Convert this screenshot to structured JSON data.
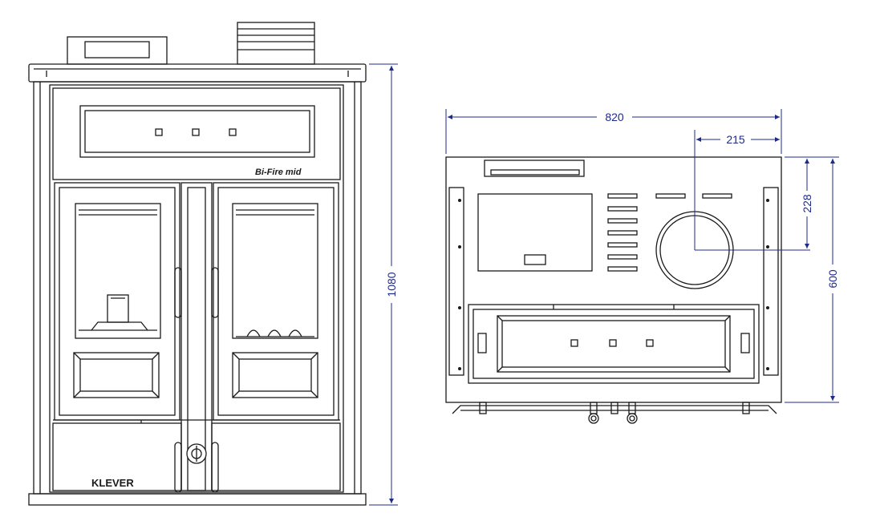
{
  "front_view": {
    "model_label": "Bi-Fire mid",
    "brand_label": "KLEVER",
    "height_dimension": "1080"
  },
  "side_view": {
    "width_dimension": "820",
    "flue_offset_horizontal": "215",
    "flue_offset_vertical": "228",
    "height_dimension": "600"
  },
  "colors": {
    "line": "#1a1a1a",
    "dimension": "#1e2a8a",
    "background": "#ffffff"
  }
}
